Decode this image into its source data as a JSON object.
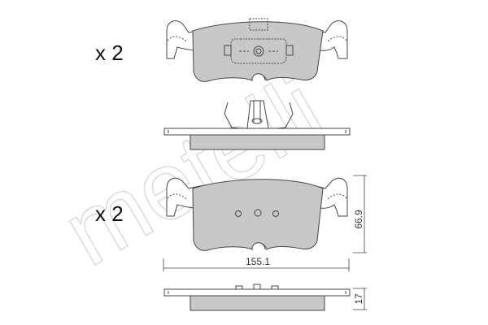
{
  "drawing": {
    "watermark": "metelli",
    "quantities": [
      {
        "label": "x 2",
        "for": "front-pad-with-sensor"
      },
      {
        "label": "x 2",
        "for": "pad-without-sensor"
      }
    ],
    "dimensions": {
      "width": "155.1",
      "height": "66.9",
      "thickness": "17"
    },
    "colors": {
      "friction": "#c8c8c8",
      "line": "#444444",
      "watermark": "#d6d6d6"
    }
  }
}
